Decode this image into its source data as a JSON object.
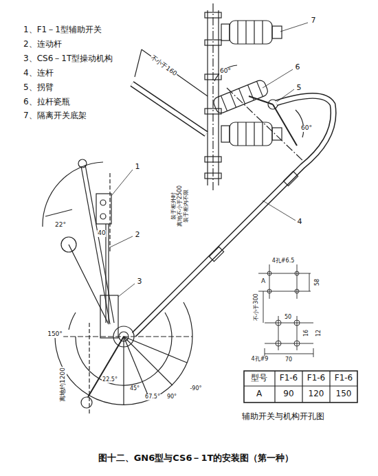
{
  "diagram": {
    "caption": "图十二、GN6型与CS6－1T的安装图（第一种）",
    "labels": [
      "1、F1－1型辅助开关",
      "2、连动杆",
      "3、CS6－1T型操动机构",
      "4、连杆",
      "5、拐臂",
      "6、拉杆瓷瓶",
      "7、隔离开关底架",
      "7",
      "6",
      "5",
      "4",
      "1",
      "2",
      "3",
      "不小于160",
      "60°",
      "60°",
      "装于柜外时 离地不小于2500 装于柜内不限",
      "22°",
      "40",
      "150°",
      "离地约1200",
      "22.5°",
      "45°",
      "67.5°",
      "90°",
      "-90°",
      "4孔#6.5",
      "A",
      "58",
      "不小于300",
      "50",
      "12",
      "16",
      "4孔#9",
      "70",
      "型号",
      "F1-6",
      "F1-6",
      "F1-6",
      "A",
      "90",
      "120",
      "150",
      "辅助开关与机构开孔图"
    ]
  }
}
